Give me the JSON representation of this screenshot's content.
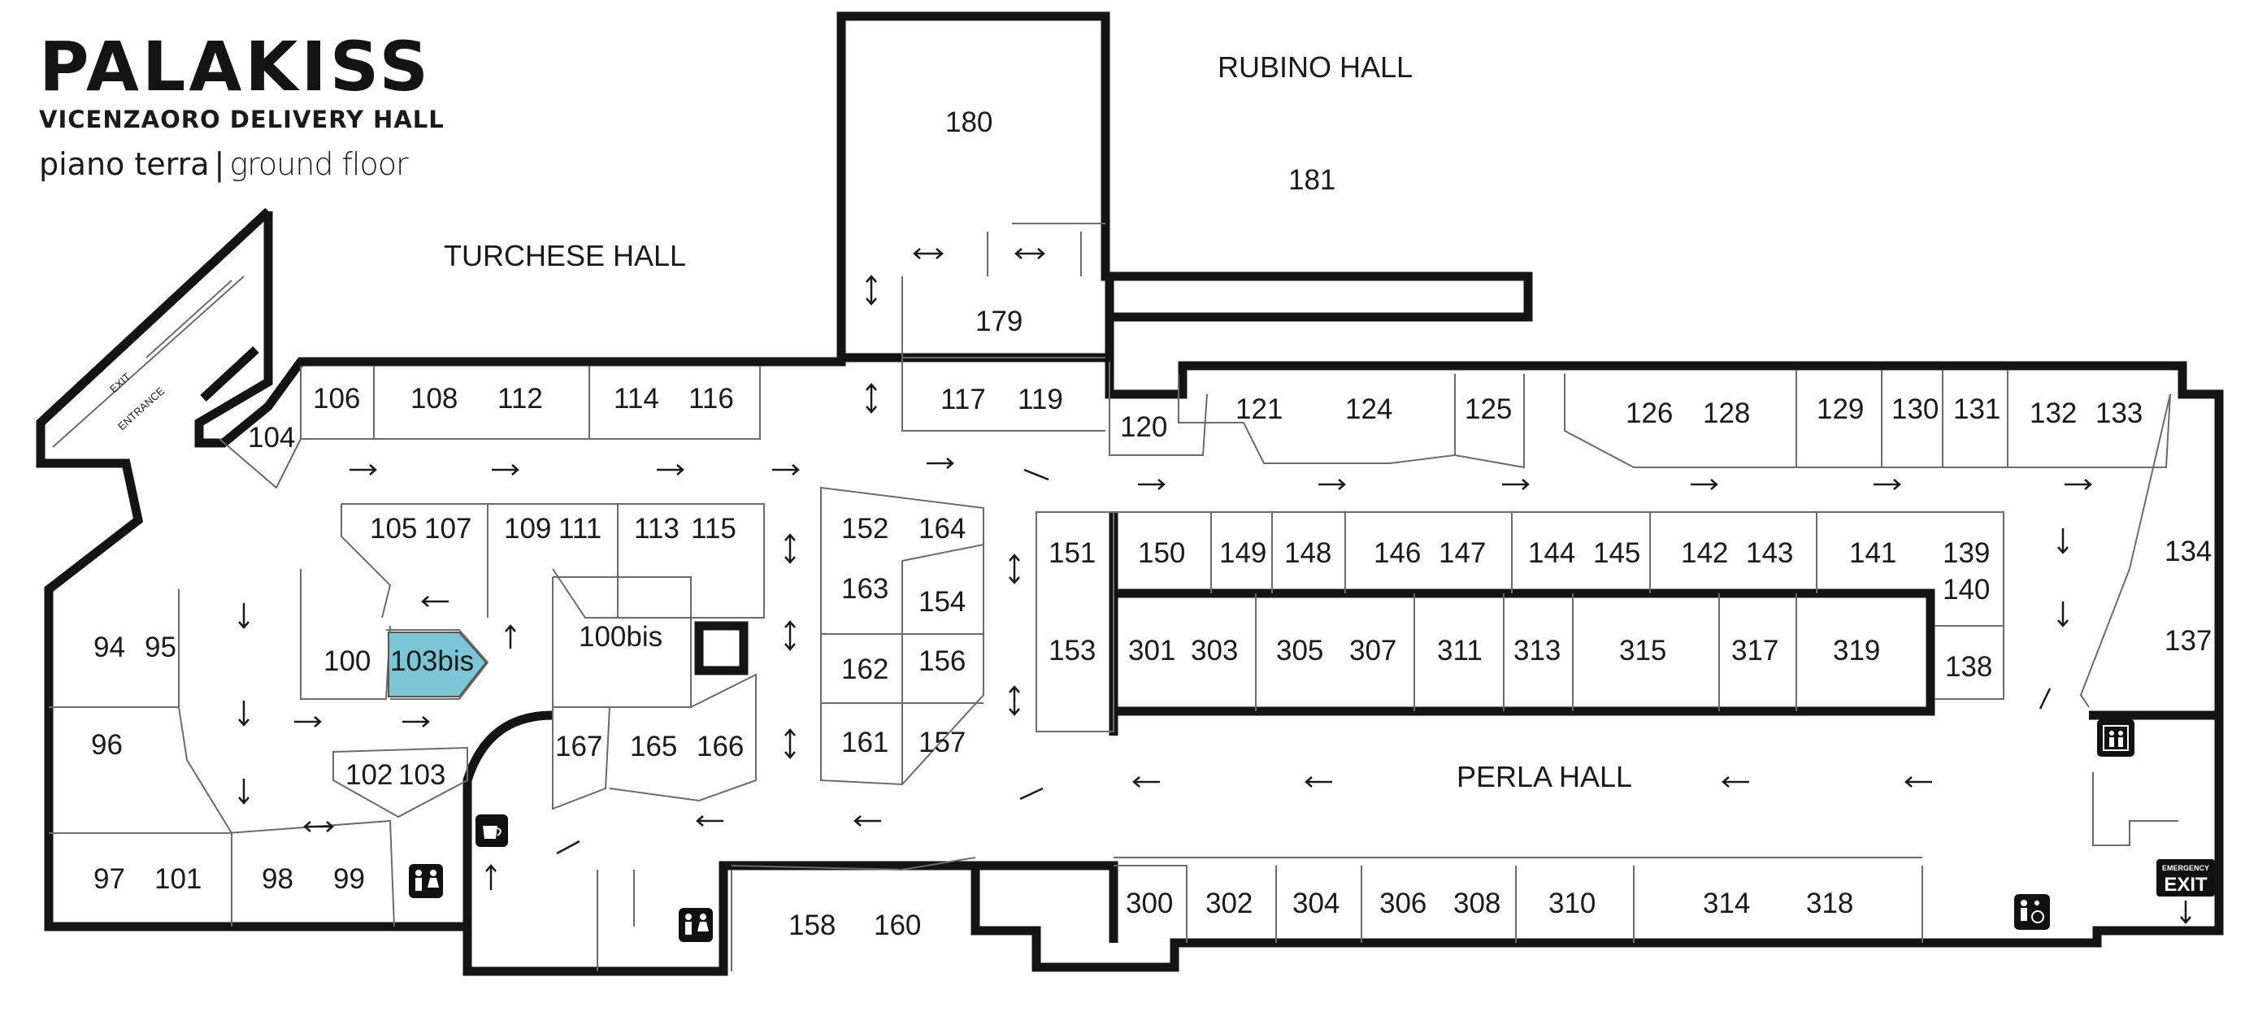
{
  "brand": {
    "logo": "PALAKISS",
    "subtitle": "VICENZAORO DELIVERY HALL",
    "floor_it": "piano terra",
    "floor_sep": "|",
    "floor_en": "ground floor"
  },
  "halls": {
    "turchese": "TURCHESE HALL",
    "rubino": "RUBINO HALL",
    "perla": "PERLA HALL"
  },
  "highlight_color": "#7ac5d6",
  "booths": [
    "94",
    "95",
    "96",
    "97",
    "101",
    "98",
    "99",
    "100",
    "103bis",
    "102",
    "103",
    "104",
    "105",
    "107",
    "106",
    "108",
    "112",
    "114",
    "116",
    "109",
    "111",
    "113",
    "115",
    "100bis",
    "167",
    "165",
    "166",
    "152",
    "164",
    "163",
    "154",
    "162",
    "156",
    "161",
    "157",
    "180",
    "181",
    "179",
    "117",
    "119",
    "120",
    "121",
    "124",
    "125",
    "126",
    "128",
    "129",
    "130",
    "131",
    "132",
    "133",
    "134",
    "137",
    "151",
    "150",
    "149",
    "148",
    "146",
    "147",
    "144",
    "145",
    "142",
    "143",
    "141",
    "139",
    "140",
    "138",
    "153",
    "301",
    "303",
    "305",
    "307",
    "311",
    "313",
    "315",
    "317",
    "319",
    "300",
    "302",
    "304",
    "306",
    "308",
    "310",
    "314",
    "318",
    "158",
    "160"
  ],
  "signs": {
    "exit": "EXIT",
    "entrance": "ENTRANCE",
    "emergency_top": "EMERGENCY",
    "emergency_exit": "EXIT"
  },
  "icons": [
    "restroom-icon",
    "coffee-icon",
    "elevator-icon",
    "accessible-restroom-icon",
    "emergency-exit-icon"
  ]
}
